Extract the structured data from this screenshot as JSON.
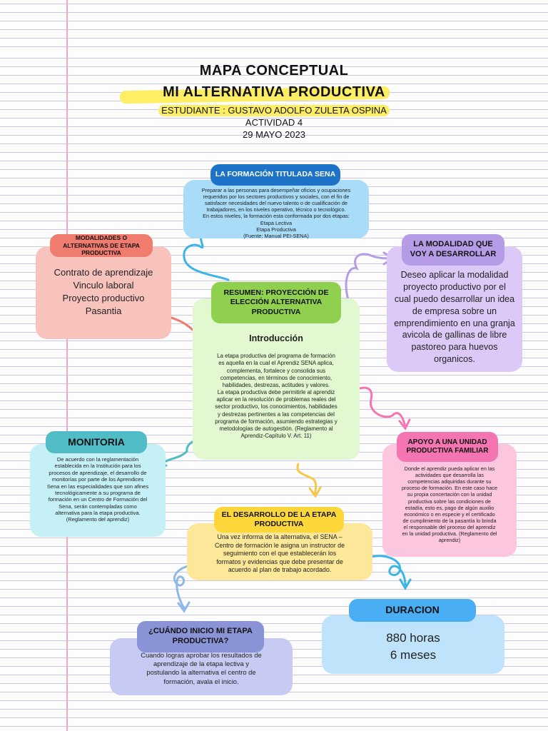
{
  "header": {
    "title": "MAPA CONCEPTUAL",
    "subtitle": "MI ALTERNATIVA PRODUCTIVA",
    "student": "ESTUDIANTE : GUSTAVO ADOLFO ZULETA OSPINA",
    "activity": "ACTIVIDAD 4",
    "date": "29 MAYO 2023"
  },
  "formacion": {
    "title": "LA FORMACIÓN TITULADA SENA",
    "lines": [
      "Preparar a las personas para desempeñar oficios y ocupaciones",
      "requeridos por los sectores productivos y sociales, con el fin de",
      "satisfacer necesidades del nuevo talento o de cualificación de",
      "trabajadores, en los niveles operativo, técnico o tecnológico.",
      "En estos niveles, la formación esta conformada por dos etapas:",
      "Etapa Lectiva",
      "Etapa Productiva",
      "(Fuente: Manual PEI-SENA)"
    ]
  },
  "modalidades": {
    "title": "MODALIDADES O ALTERNATIVAS DE ETAPA PRODUCTIVA",
    "lines": [
      "Contrato de aprendizaje",
      "Vinculo laboral",
      "Proyecto productivo",
      "Pasantia"
    ]
  },
  "modalidad_voy": {
    "title": "LA MODALIDAD QUE VOY A DESARROLLAR",
    "text": "Deseo aplicar la modalidad proyecto productivo por el cual puedo desarrollar un idea de empresa sobre un emprendimiento en una granja avicola de gallinas de libre pastoreo para huevos organicos."
  },
  "resumen": {
    "title": "RESUMEN: PROYECCIÓN DE ELECCIÓN ALTERNATIVA PRODUCTIVA",
    "heading": "Introducción",
    "lines": [
      "La etapa productiva del programa de formación",
      "es aquella en la cual el Aprendiz SENA aplica,",
      "complementa, fortalece y consolida sus",
      "competencias, en términos de conocimiento,",
      "habilidades, destrezas, actitudes y valores.",
      "La etapa productiva debe permitirle al aprendiz",
      "aplicar en la resolución de problemas reales del",
      "sector productivo, los conocimientos, habilidades",
      "y destrezas pertinentes a las competencias del",
      "programa de formación, asumiendo estrategias y",
      "metodologías de autogestión. (Reglamento al",
      "Aprendiz-Capítulo V. Art. 11)"
    ]
  },
  "monitoria": {
    "title": "MONITORIA",
    "lines": [
      "De acuerdo con la reglamentación",
      "establecida en la Institución para los",
      "procesos de aprendizaje, el desarrollo de",
      "monitorías por parte de los Aprendices",
      "Sena en las especialidades que son afines",
      "tecnológicamente a su programa de",
      "formación en un Centro de Formación del",
      "Sena, serán contempladas como",
      "alternativa para la etapa productiva.",
      "(Reglamento del aprendiz)"
    ]
  },
  "apoyo": {
    "title": "APOYO A UNA UNIDAD PRODUCTIVA FAMILIAR",
    "lines": [
      "Donde el aprendiz pueda aplicar en las",
      "actividades que desarrolla las",
      "competencias adquiridas durante su",
      "proceso de formación. En este caso hace",
      "su propia concertación con la unidad",
      "productiva sobre las condiciones de",
      "estadía, esto es, pago de algún auxilio",
      "económico o en especie y el certificado",
      "de cumplimiento de la pasantía lo brinda",
      "el responsable del proceso del aprendiz",
      "en la unidad productiva. (Reglamento del",
      "aprendiz)"
    ]
  },
  "desarrollo": {
    "title": "EL DESARROLLO DE LA ETAPA PRODUCTIVA",
    "lines": [
      "Una vez informa de la alternativa, el SENA –",
      "Centro de formación le asigna un instructor de",
      "seguimiento con el que establecerán los",
      "formatos y evidencias que debe presentar de",
      "acuerdo al plan de trabajo acordado."
    ]
  },
  "duracion": {
    "title": "DURACION",
    "lines": [
      "880 horas",
      "6 meses"
    ]
  },
  "inicio": {
    "title": "¿CUÁNDO INICIO MI ETAPA PRODUCTIVA?",
    "lines": [
      "Cuando logras aprobar los resultados de",
      "aprendizaje de la etapa lectiva y",
      "postulando la alternativa el centro de",
      "formación, avala el inicio."
    ]
  },
  "colors": {
    "blue_pill": "#1e73c8",
    "blue_box": "#a8dcf8",
    "red_pill": "#f07b6f",
    "red_box": "#f9c3bd",
    "purple_pill": "#b69be6",
    "purple_box": "#dcc9f7",
    "green_pill": "#8fd14f",
    "green_box": "#e1f8d0",
    "teal_pill": "#4fbcc6",
    "teal_box": "#c5f0f5",
    "pink_pill": "#f575b3",
    "pink_box": "#fbc6de",
    "yellow_pill": "#fdd63a",
    "yellow_box": "#fde89a",
    "sky_pill": "#4aaef5",
    "sky_box": "#bfe3fb",
    "lav_pill": "#8a93d6",
    "lav_box": "#c7cbf3",
    "highlight": "#fdee63"
  }
}
